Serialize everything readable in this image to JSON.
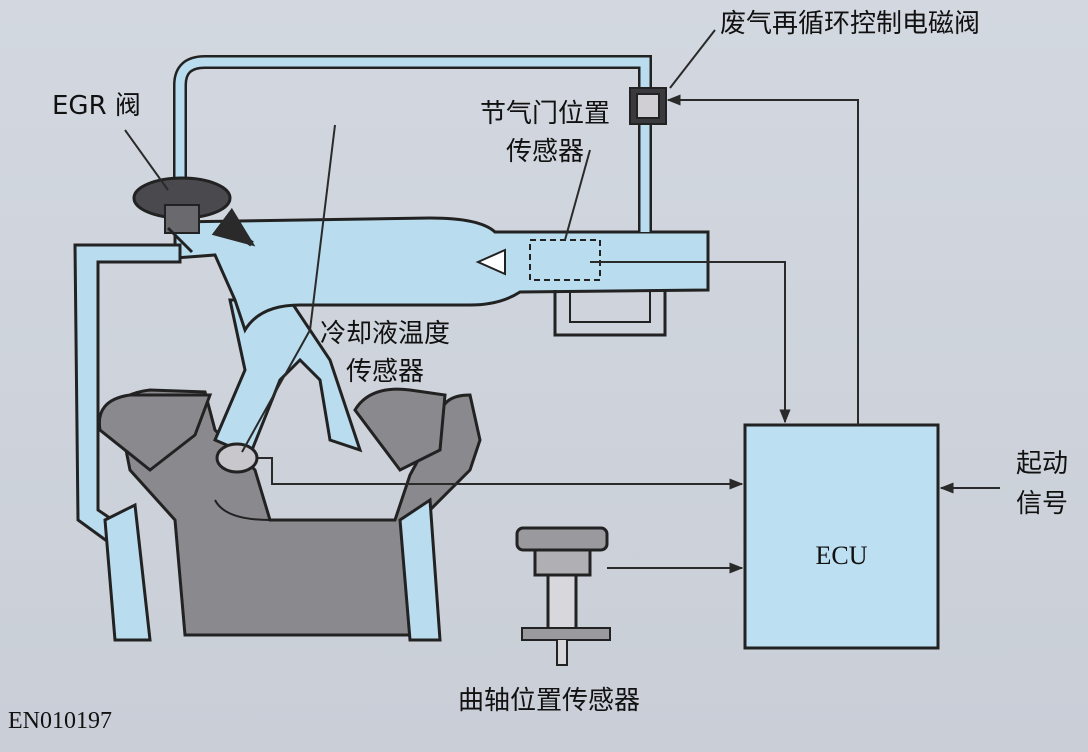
{
  "labels": {
    "egr_valve": "EGR 阀",
    "egr_solenoid": "废气再循环控制电磁阀",
    "throttle_sensor_1": "节气门位置",
    "throttle_sensor_2": "传感器",
    "coolant_sensor_1": "冷却液温度",
    "coolant_sensor_2": "传感器",
    "start_signal_1": "起动",
    "start_signal_2": "信号",
    "ecu": "ECU",
    "crank_sensor": "曲轴位置传感器",
    "figure_code": "EN010197"
  },
  "colors": {
    "fluid": "#b9dcef",
    "engine": "#8a8a8e",
    "ecu_box": "#bcdff2",
    "line": "#2a2a2a"
  }
}
